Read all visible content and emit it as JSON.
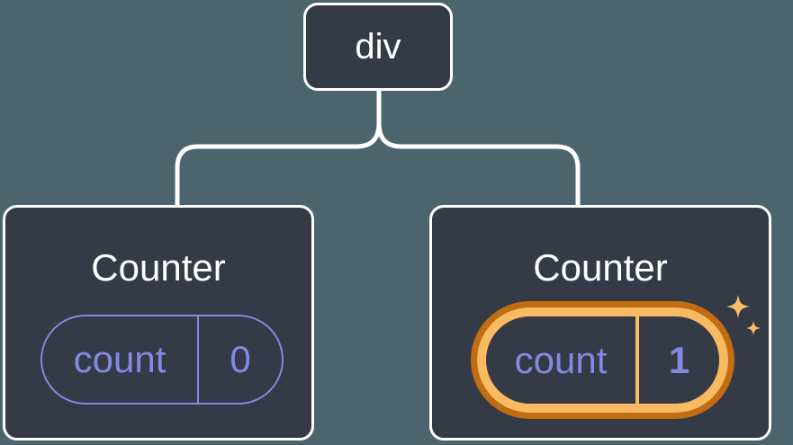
{
  "tree": {
    "root": {
      "label": "div"
    },
    "children": [
      {
        "label": "Counter",
        "state": {
          "key": "count",
          "value": "0"
        },
        "highlighted": false
      },
      {
        "label": "Counter",
        "state": {
          "key": "count",
          "value": "1"
        },
        "highlighted": true
      }
    ]
  },
  "colors": {
    "background": "#4C646E",
    "node_fill": "#343A46",
    "node_border": "#FFFFFF",
    "connector": "#FFFFFF",
    "state_accent": "#8289E2",
    "highlight_outer": "#C26D12",
    "highlight_inner": "#F9BA62",
    "sparkle": "#F8BD68",
    "label_text": "#FFFFFF"
  }
}
